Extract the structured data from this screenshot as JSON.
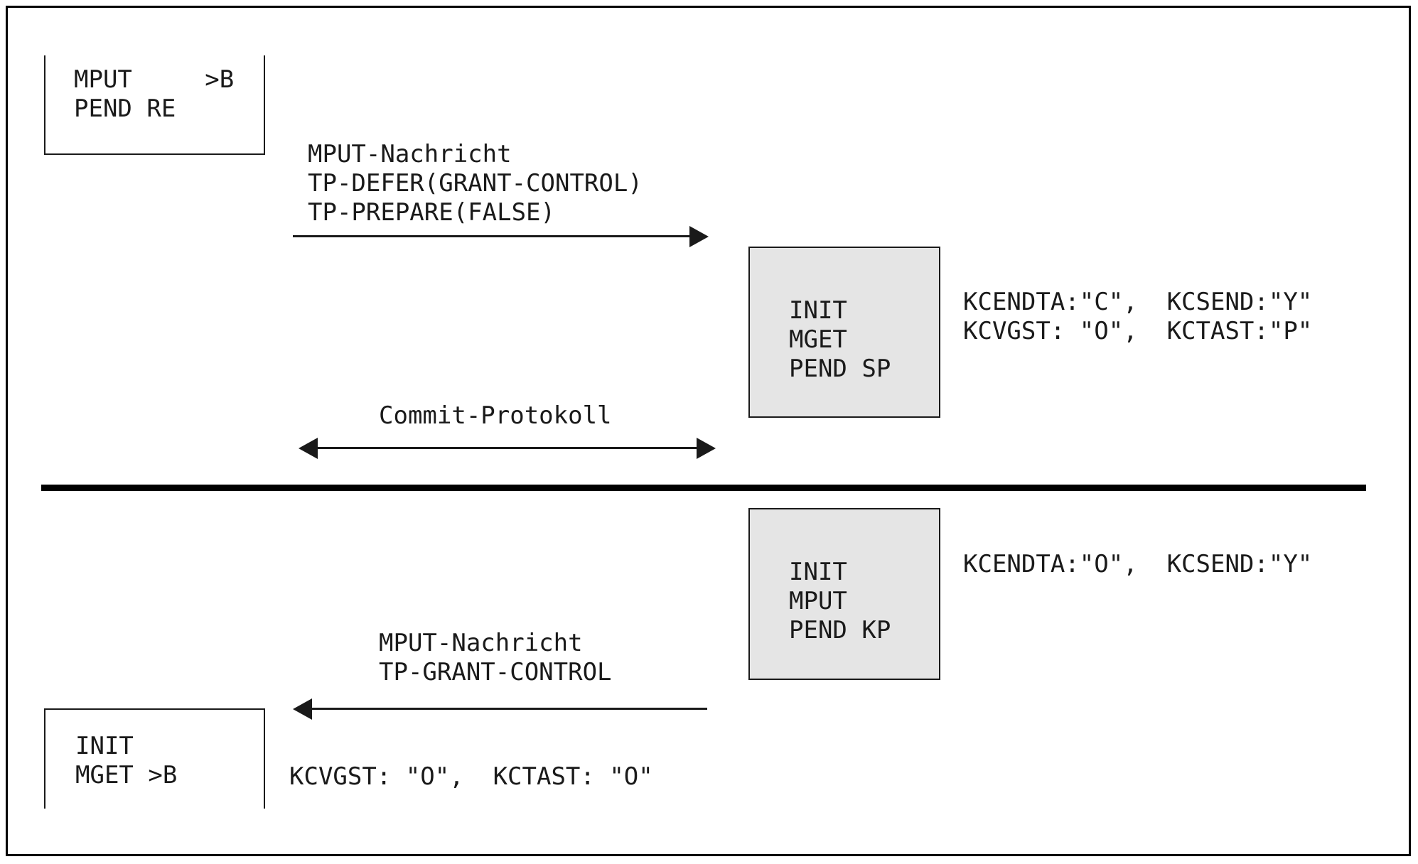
{
  "top": {
    "left_box": {
      "lines": [
        "MPUT     >B",
        "PEND RE"
      ]
    },
    "request_arrow": {
      "labels": [
        "MPUT-Nachricht",
        "TP-DEFER(GRANT-CONTROL)",
        "TP-PREPARE(FALSE)"
      ],
      "direction": "right"
    },
    "state_box": {
      "lines": [
        "INIT",
        "MGET",
        "PEND SP"
      ]
    },
    "kc_lines": [
      "KCENDTA:\"C\",  KCSEND:\"Y\"",
      "KCVGST: \"O\",  KCTAST:\"P\""
    ],
    "commit_arrow": {
      "label": "Commit-Protokoll",
      "direction": "both"
    }
  },
  "bottom": {
    "state_box": {
      "lines": [
        "INIT",
        "MPUT",
        "PEND KP"
      ]
    },
    "kc_line": "KCENDTA:\"O\",  KCSEND:\"Y\"",
    "reply_arrow": {
      "labels": [
        "MPUT-Nachricht",
        "TP-GRANT-CONTROL"
      ],
      "direction": "left"
    },
    "left_box": {
      "lines": [
        "INIT",
        "MGET >B"
      ]
    },
    "kc_line_left": "KCVGST: \"O\",  KCTAST: \"O\""
  },
  "colors": {
    "background": "#ffffff",
    "stroke": "#1a1a1a",
    "state_box_fill": "#e5e5e5",
    "divider": "#000000"
  }
}
